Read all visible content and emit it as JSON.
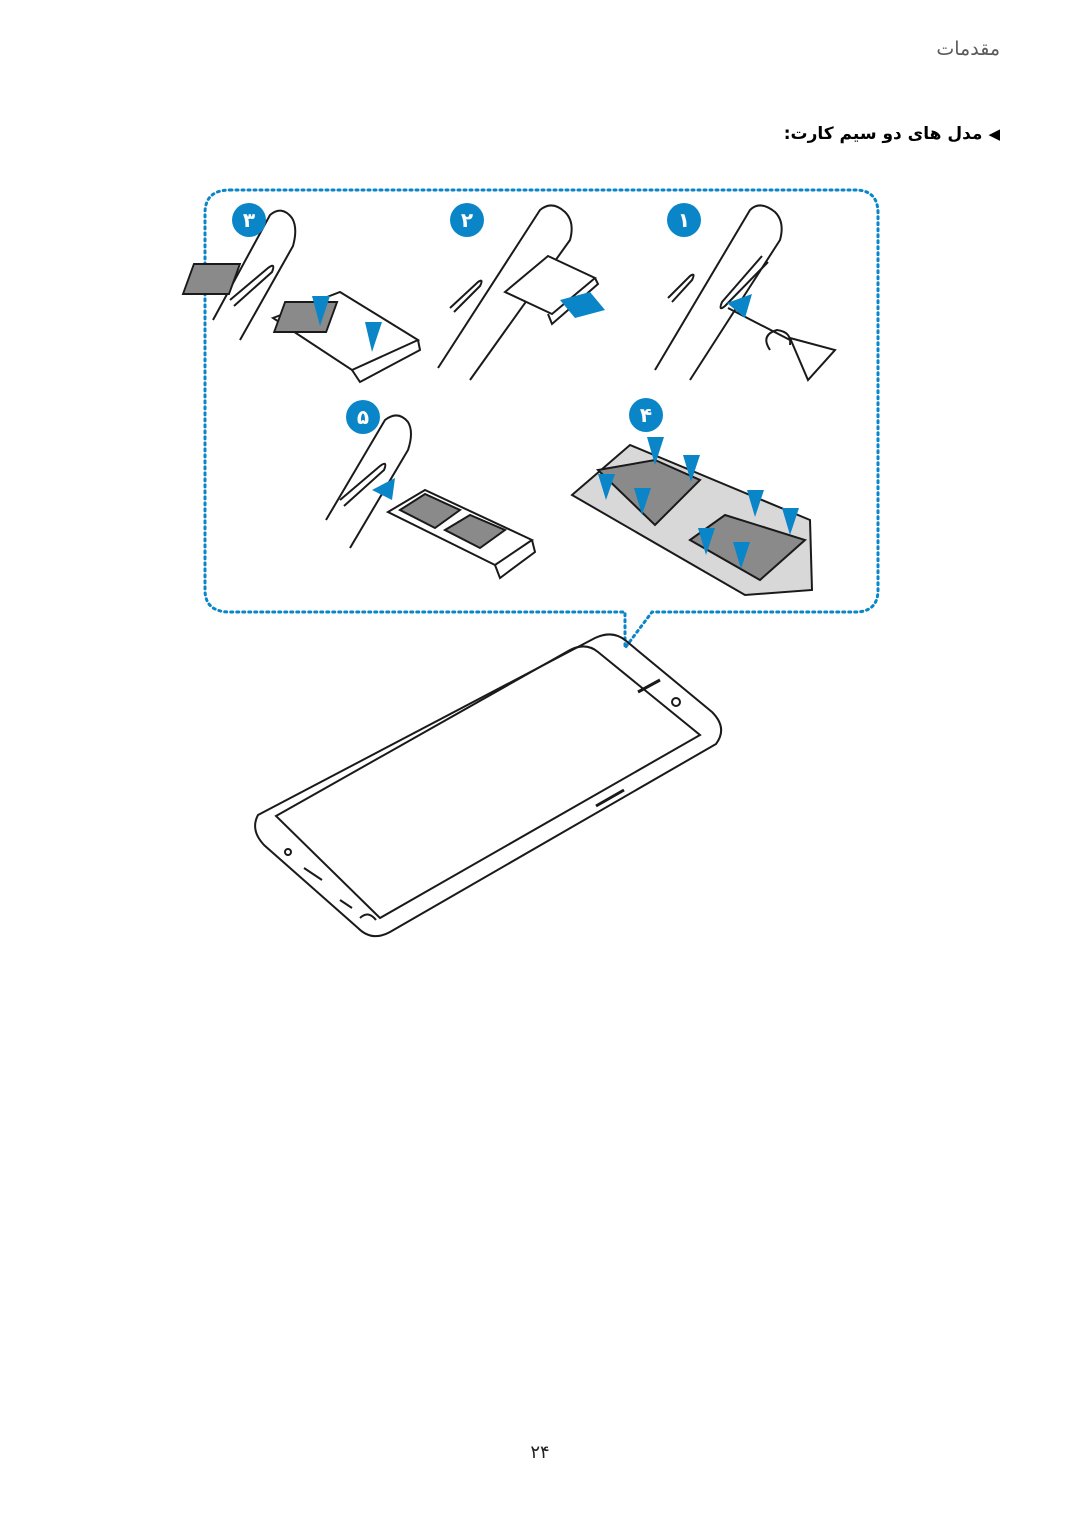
{
  "header": {
    "title": "مقدمات"
  },
  "section": {
    "heading": "مدل های دو سیم کارت:",
    "bullet_icon": "triangle-left-icon"
  },
  "steps": [
    {
      "label": "۱",
      "description_icon": "ejection-pin-icon"
    },
    {
      "label": "۲",
      "description_icon": "tray-pull-out-icon"
    },
    {
      "label": "۳",
      "description_icon": "place-cards-icon"
    },
    {
      "label": "۴",
      "description_icon": "press-cards-into-tray-icon"
    },
    {
      "label": "۵",
      "description_icon": "insert-tray-icon"
    }
  ],
  "colors": {
    "accent": "#0a86c8",
    "outline": "#1a1a1a",
    "card": "#8a8a8a"
  },
  "footer": {
    "page_number": "۲۴"
  }
}
